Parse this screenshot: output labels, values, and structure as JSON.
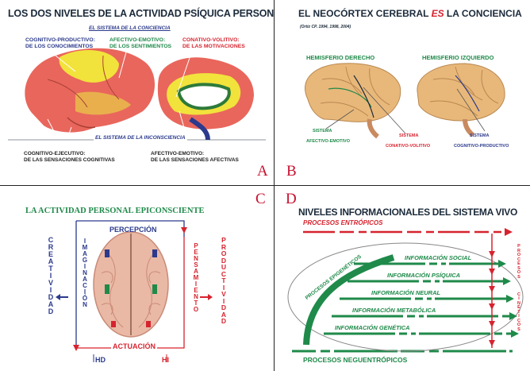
{
  "panel_a": {
    "title": "LOS DOS NIVELES DE LA ACTIVIDAD PSÍQUICA PERSONAL",
    "conscious_system": "EL SISTEMA DE LA CONCIENCIA",
    "cognitive_productive": [
      "COGNITIVO-PRODUCTIVO:",
      "DE LOS CONOCIMIENTOS"
    ],
    "affective_emotive_top": [
      "AFECTIVO-EMOTIVO:",
      "DE LOS SENTIMIENTOS"
    ],
    "conative_volitive": [
      "CONATIVO-VOLITIVO:",
      "DE LAS MOTIVACIONES"
    ],
    "unconscious_system": "EL SISTEMA DE LA INCONSCIENCIA",
    "cognitive_executive": [
      "COGNITIVO-EJECUTIVO:",
      "DE LAS SENSACIONES  COGNITIVAS"
    ],
    "affective_emotive_bottom": [
      "AFECTIVO-EMOTIVO:",
      "DE LAS SENSACIONES  AFECTIVAS"
    ],
    "letter": "A"
  },
  "panel_b": {
    "title_pre": "EL NEOCÓRTEX CEREBRAL ",
    "title_em": "ES",
    "title_post": " LA CONCIENCIA",
    "citation": "(Ortiz CP. 1994, 1998, 2004)",
    "right_hemisphere": "HEMISFERIO DERECHO",
    "left_hemisphere": "HEMISFERIO IZQUIERDO",
    "sistema_1": "SISTEMA",
    "afectivo": "AFECTIVO-EMOTIVO",
    "sistema_2": "SISTEMA",
    "conativo": "CONATIVO-VOLITIVO",
    "sistema_3": "SISTEMA",
    "cognitivo": "COGNITIVO-PRODUCTIVO",
    "letter": "B"
  },
  "panel_c": {
    "title": "LA ACTIVIDAD PERSONAL EPICONSCIENTE",
    "percepcion": "PERCEPCIÓN",
    "actuacion": "ACTUACIÓN",
    "creatividad": "CREATIVIDAD",
    "imaginacion": "IMAGINACIÓN",
    "pensamiento": "PENSAMIENTO",
    "productividad": "PRODUCTIVIDAD",
    "hd": "HD",
    "hi": "HI",
    "letter": "C"
  },
  "panel_d": {
    "title": "NIVELES INFORMACIONALES DEL SISTEMA VIVO",
    "entropicos": "PROCESOS  ENTRÓPICOS",
    "neguentropicos": "PROCESOS  NEGUENTRÓPICOS",
    "epigeneticos": "PROCESOS  EPIGENÉTICOS",
    "cineticos": "PROCESOS   CINÉTICOS",
    "info_social": "INFORMACIÓN  SOCIAL",
    "info_psiquica": "INFORMACIÓN  PSÍQUICA",
    "info_neural": "INFORMACIÓN  NEURAL",
    "info_metabolica": "INFORMACIÓN  METABÓLICA",
    "info_genetica": "INFORMACIÓN  GENÉTICA",
    "letter": "D"
  },
  "colors": {
    "title_dark": "#1b2a3a",
    "red": "#d6242f",
    "blue": "#2b3a8c",
    "green": "#1f8a4a",
    "brain_pink": "#e9665c",
    "brain_tan": "#e8b87a"
  }
}
